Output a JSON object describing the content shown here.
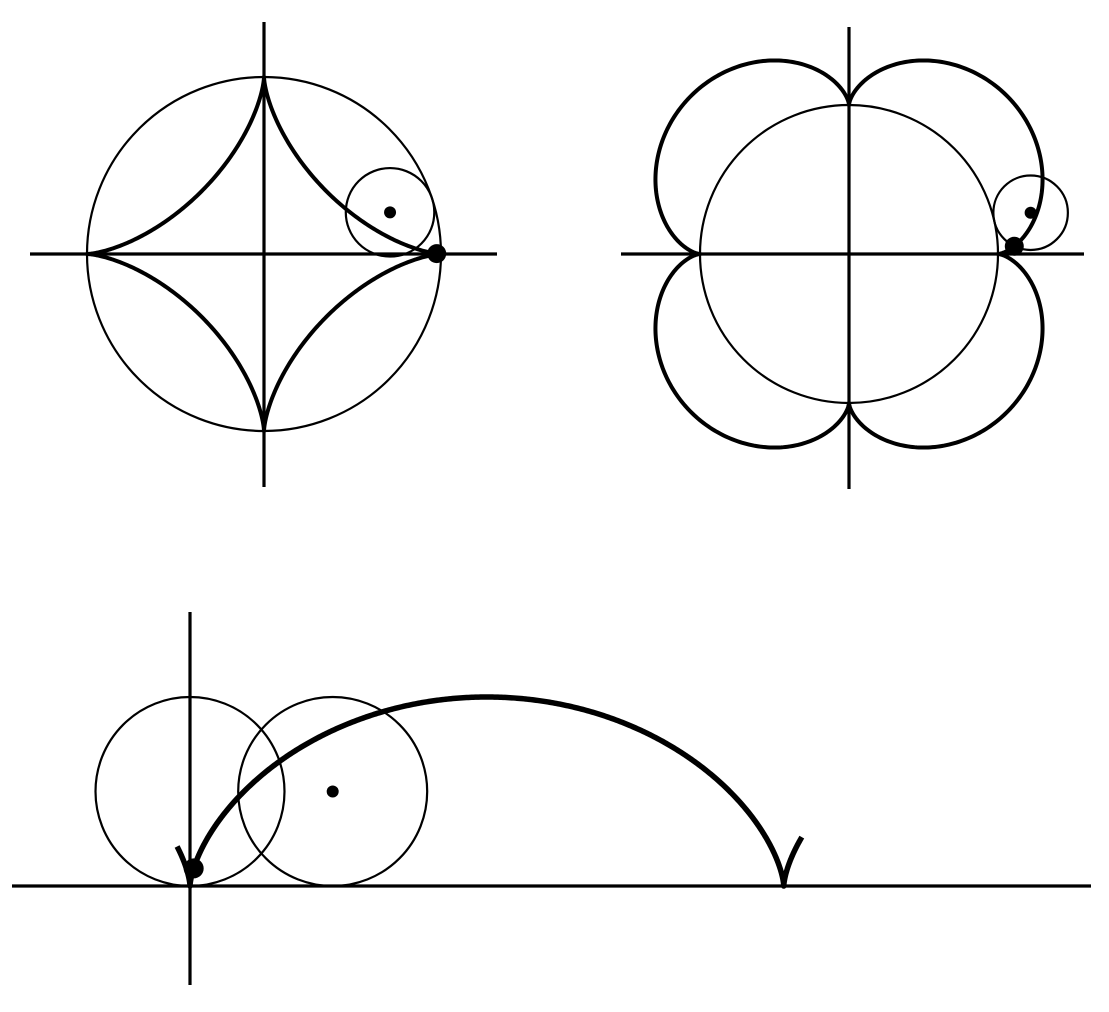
{
  "figure": {
    "panels": [
      {
        "id": "astroid",
        "curve": "astroid",
        "fixed_circle_radius": 4,
        "rolling_circle_radius": 1,
        "rolling_circle_center_angle_deg": 18.3,
        "tracing_point_angle_deg": 7.3
      },
      {
        "id": "epicycloid",
        "curve": "epicycloid",
        "fixed_circle_radius": 4,
        "rolling_circle_radius": 1,
        "rolling_circle_center_angle_deg": 12.8,
        "tracing_point_angle_deg": 12.8
      },
      {
        "id": "cycloid",
        "curve": "cycloid",
        "circle_radius": 1,
        "first_circle_center": [
          0,
          1
        ],
        "rolling_circle_center": [
          1.51,
          1
        ],
        "tracing_point_parameter": 0.62,
        "parameter_range": [
          -0.95,
          7.35
        ]
      }
    ],
    "colors": {
      "ink": "#000000",
      "background": "#ffffff"
    }
  }
}
